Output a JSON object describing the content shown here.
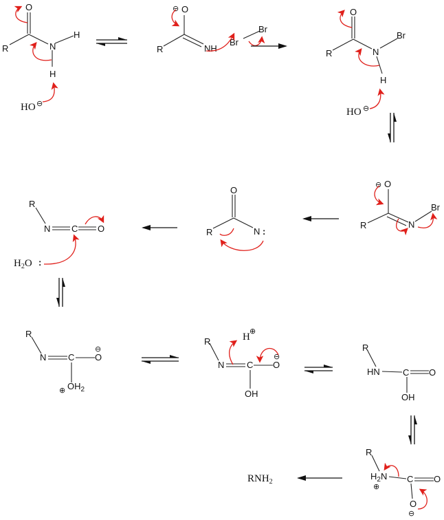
{
  "title": "Hofmann rearrangement mechanism",
  "colors": {
    "electron_arrow": "#e0201b",
    "bond": "#222222"
  },
  "s1": {
    "O": "O",
    "R": "R",
    "N": "N",
    "H1": "H",
    "H2": "H",
    "HO": "HO",
    "neg": "⊖"
  },
  "s2": {
    "neg": "⊖",
    "O": "O",
    "R": "R",
    "NH": "NH",
    "Br1": "Br",
    "Br2": "Br"
  },
  "s3": {
    "O": "O",
    "R": "R",
    "N": "N",
    "Br": "Br",
    "H": "H",
    "HO": "HO",
    "neg": "⊖"
  },
  "s4": {
    "neg": "⊖",
    "O": "O",
    "R": "R",
    "N": "N",
    "Br": "Br"
  },
  "s5": {
    "O": "O",
    "R": "R",
    "N": "N",
    "lp": ":"
  },
  "s6": {
    "R": "R",
    "N": "N",
    "C": "C",
    "O": "O",
    "H2O": "H",
    "H2O_sub": "2",
    "H2O_O": "O",
    "lp": ":"
  },
  "s7": {
    "R": "R",
    "N": "N",
    "C": "C",
    "O": "O",
    "neg": "⊖",
    "OH": "OH",
    "OH_sub": "2",
    "pos": "⊕"
  },
  "s8": {
    "H": "H",
    "pos": "⊕",
    "R": "R",
    "N": "N",
    "C": "C",
    "O": "O",
    "neg": "⊖",
    "OH": "OH"
  },
  "s9": {
    "R": "R",
    "HN": "HN",
    "C": "C",
    "O": "O",
    "OH": "OH"
  },
  "s10": {
    "R": "R",
    "H2N": "H",
    "H2N_sub": "2",
    "H2N_N": "N",
    "pos": "⊕",
    "C": "C",
    "O1": "O",
    "O2": "O",
    "neg": "⊖"
  },
  "product": {
    "text": "RNH",
    "sub": "2"
  }
}
